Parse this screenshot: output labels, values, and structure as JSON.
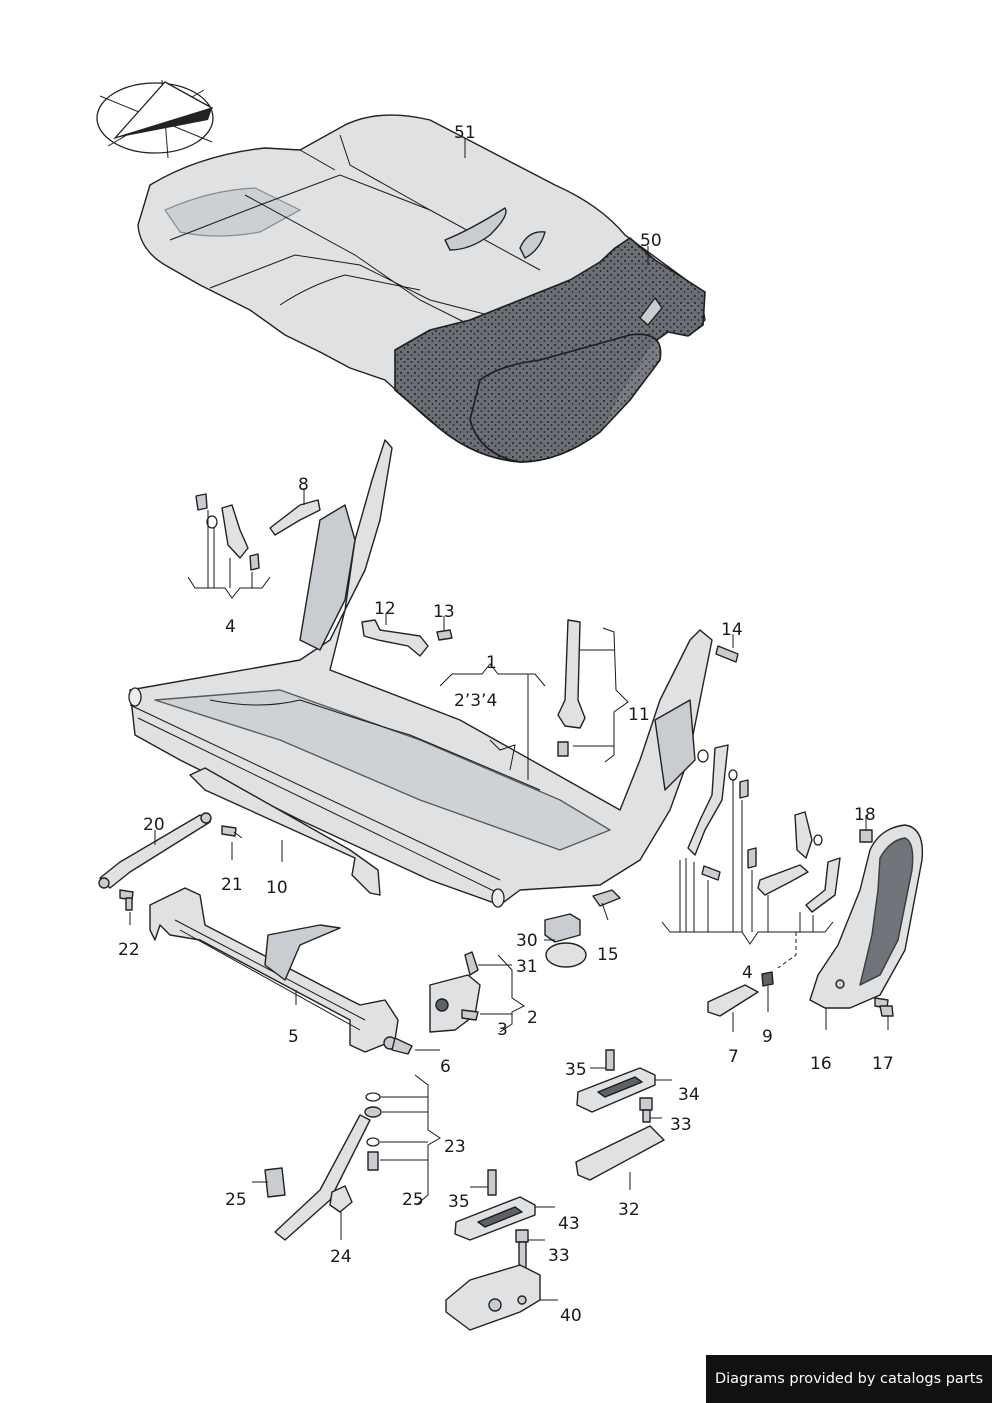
{
  "footer": {
    "text": "Diagrams provided by catalogs parts"
  },
  "callouts": {
    "c51": "51",
    "c50": "50",
    "c8": "8",
    "c4a": "4",
    "c12": "12",
    "c13": "13",
    "c14": "14",
    "c1": "1",
    "c234": "2’3’4",
    "c11": "11",
    "c18": "18",
    "c20": "20",
    "c21": "21",
    "c10": "10",
    "c22": "22",
    "c30": "30",
    "c15": "15",
    "c31": "31",
    "c2": "2",
    "c3": "3",
    "c5": "5",
    "c6": "6",
    "c4b": "4",
    "c9": "9",
    "c7": "7",
    "c16": "16",
    "c17": "17",
    "c35a": "35",
    "c34": "34",
    "c33a": "33",
    "c32": "32",
    "c23": "23",
    "c25a": "25",
    "c25b": "25",
    "c24": "24",
    "c35b": "35",
    "c43": "43",
    "c33b": "33",
    "c40": "40"
  },
  "colors": {
    "outline": "#1a1a1a",
    "metal": "#dfe1e3",
    "foam": "#5d6168",
    "footer_bg": "#111111"
  }
}
